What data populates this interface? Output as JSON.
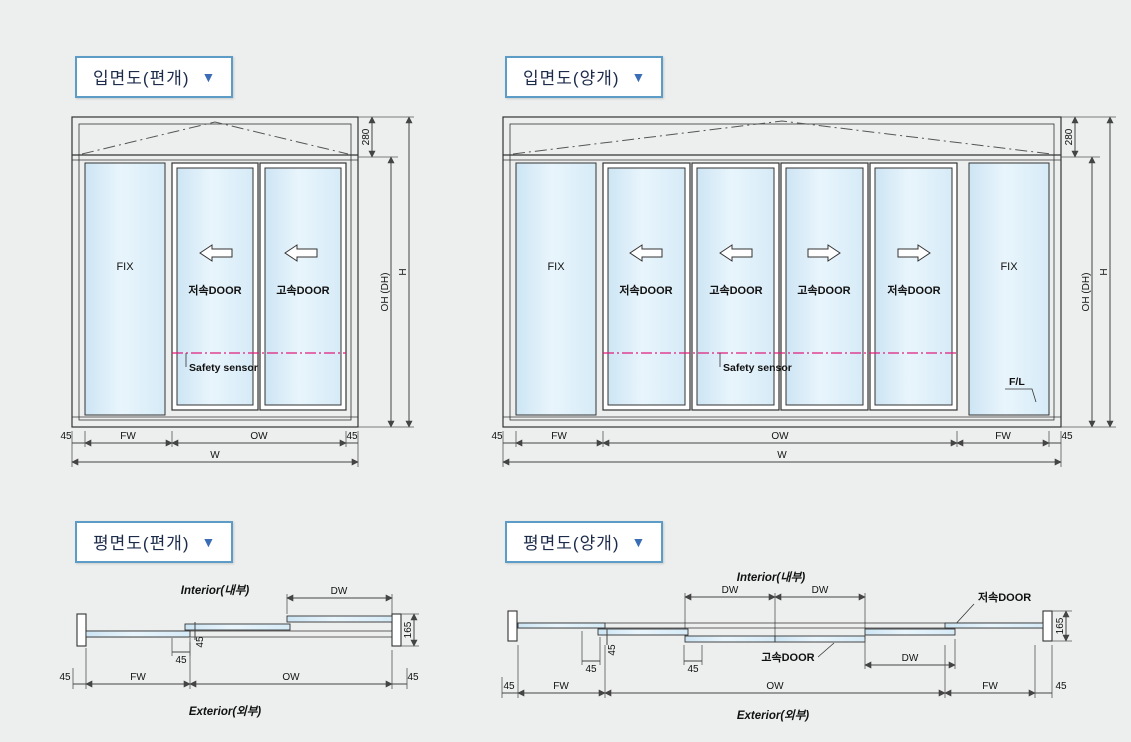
{
  "background_color": "#edefef",
  "colors": {
    "accent_border": "#5e9cc8",
    "title_text": "#1c2b4a",
    "triangle": "#3a6db5",
    "glass": "#d8ecf8",
    "line": "#333333",
    "sensor_line": "#e01e7e"
  },
  "ui": {
    "dropdown_icon": "▼"
  },
  "sections": {
    "elevation_single": {
      "title": "입면도(편개)"
    },
    "elevation_double": {
      "title": "입면도(양개)"
    },
    "plan_single": {
      "title": "평면도(편개)"
    },
    "plan_double": {
      "title": "평면도(양개)"
    }
  },
  "labels": {
    "fix": "FIX",
    "slow_door": "저속DOOR",
    "fast_door": "고속DOOR",
    "safety_sensor": "Safety sensor",
    "floor_level": "F/L",
    "interior": "Interior(내부)",
    "exterior": "Exterior(외부)"
  },
  "dimensions": {
    "d280": "280",
    "oh": "OH (DH)",
    "h": "H",
    "d45": "45",
    "fw": "FW",
    "ow": "OW",
    "w": "W",
    "dw": "DW",
    "d165": "165"
  }
}
